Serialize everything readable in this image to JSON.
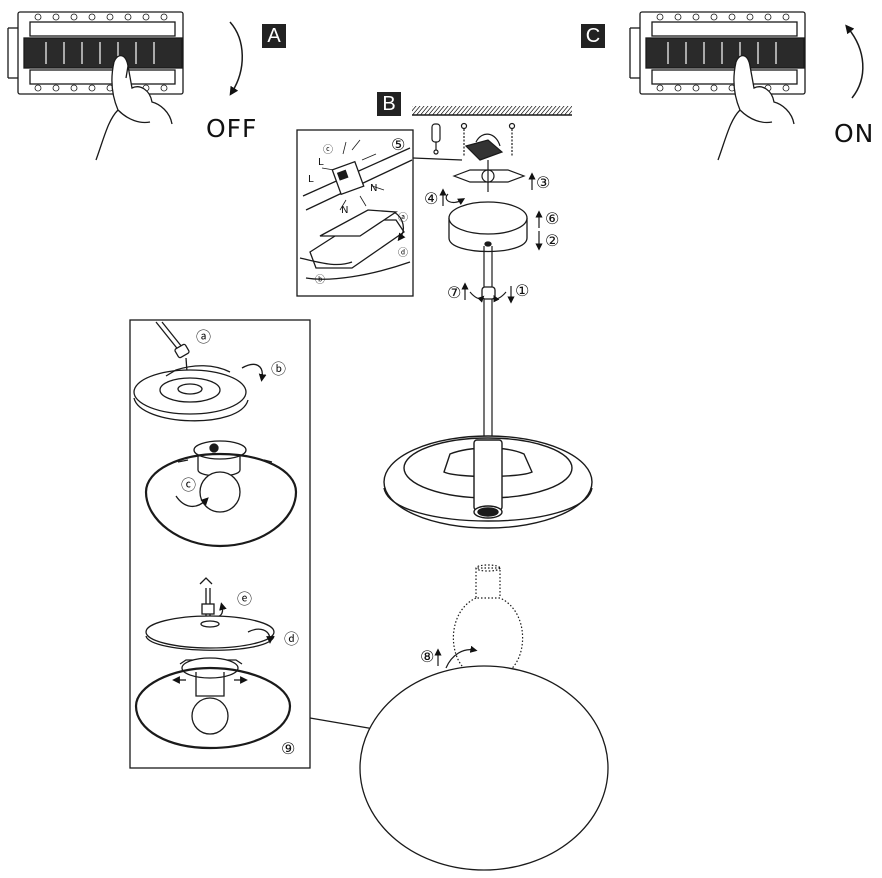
{
  "steps": {
    "a_label": "A",
    "b_label": "B",
    "c_label": "C",
    "off_text": "OFF",
    "on_text": "ON"
  },
  "callouts": {
    "n1": "①",
    "n2": "②",
    "n3": "③",
    "n4": "④",
    "n5": "⑤",
    "n6": "⑥",
    "n7": "⑦",
    "n8": "⑧",
    "n9": "⑨"
  },
  "detail_letters": {
    "a": "ⓐ",
    "b": "ⓑ",
    "c": "ⓒ",
    "d": "ⓓ",
    "e": "ⓔ"
  },
  "wiring": {
    "c": "ⓒ",
    "a": "ⓐ",
    "b": "ⓑ",
    "d": "ⓓ",
    "L1": "L",
    "L2": "L",
    "N1": "N",
    "N2": "N"
  },
  "colors": {
    "line": "#1a1a1a",
    "label_bg": "#222222",
    "label_fg": "#ffffff"
  },
  "icons": [
    "breaker-panel-icon",
    "hand-icon",
    "rotate-arrow-icon",
    "screwdriver-icon",
    "terminal-block-icon",
    "lamp-shade-icon",
    "light-bulb-icon"
  ]
}
